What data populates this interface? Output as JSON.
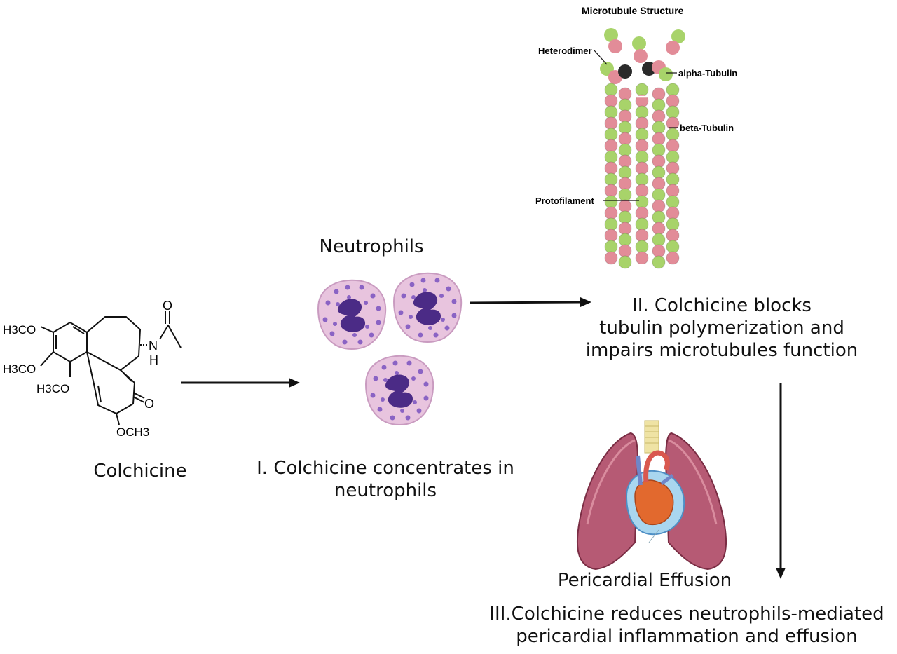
{
  "colchicine": {
    "name": "Colchicine",
    "groups": {
      "methoxy1": "H3CO",
      "methoxy2": "H3CO",
      "methoxy3": "H3CO",
      "methoxy4": "OCH3",
      "nitrogen": "N",
      "hydrogen": "H",
      "ketone_o": "O",
      "amide_o": "O"
    }
  },
  "neutrophils": {
    "title": "Neutrophils",
    "step_line1": "I. Colchicine concentrates in",
    "step_line2": "neutrophils"
  },
  "microtubule": {
    "title": "Microtubule Structure",
    "labels": {
      "heterodimer": "Heterodimer",
      "alpha": "alpha-Tubulin",
      "beta": "beta-Tubulin",
      "protofilament": "Protofilament"
    },
    "colors": {
      "green": "#a8d36a",
      "pink": "#e28c98"
    },
    "step_line1": "II. Colchicine blocks",
    "step_line2": "tubulin polymerization and",
    "step_line3": "impairs microtubules function"
  },
  "pericardium": {
    "title": "Pericardial Effusion",
    "step_line1": "III.Colchicine reduces neutrophils-mediated",
    "step_line2": "pericardial inflammation and effusion"
  }
}
